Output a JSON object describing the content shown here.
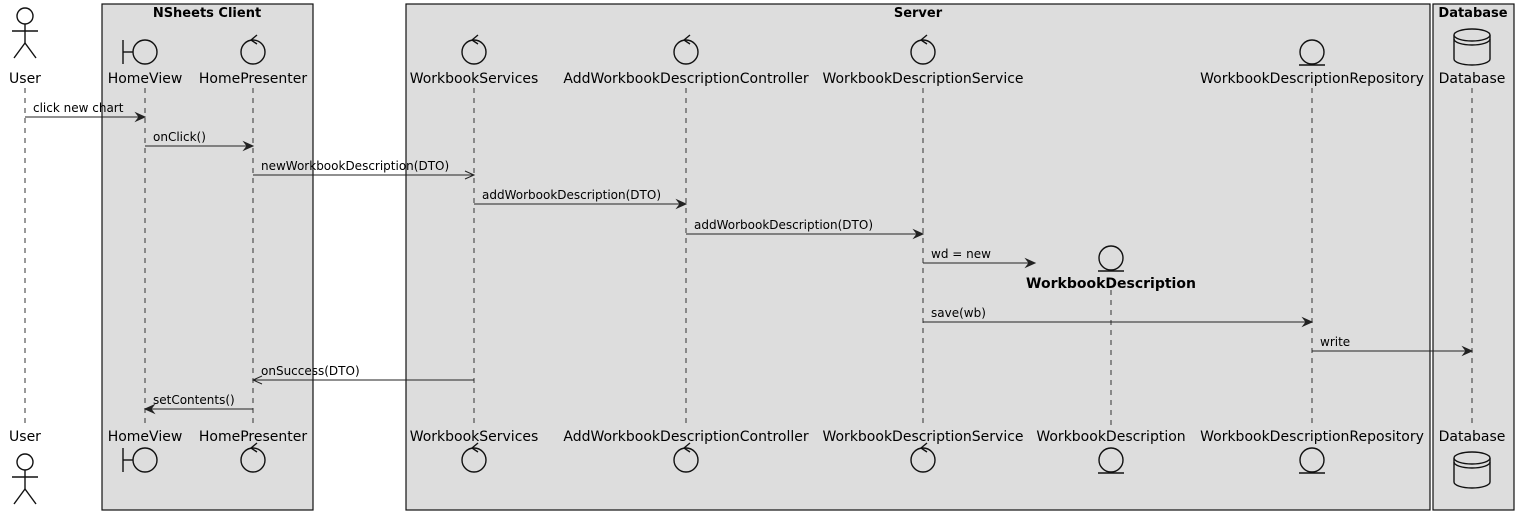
{
  "boxes": {
    "client": {
      "title": "NSheets Client"
    },
    "server": {
      "title": "Server"
    },
    "database": {
      "title": "Database"
    }
  },
  "participants": [
    {
      "id": "user",
      "label": "User",
      "icon": "actor-icon"
    },
    {
      "id": "homeview",
      "label": "HomeView",
      "icon": "boundary-icon"
    },
    {
      "id": "homepresenter",
      "label": "HomePresenter",
      "icon": "control-icon"
    },
    {
      "id": "workbookservices",
      "label": "WorkbookServices",
      "icon": "control-icon"
    },
    {
      "id": "addcontroller",
      "label": "AddWorkbookDescriptionController",
      "icon": "control-icon"
    },
    {
      "id": "wdservice",
      "label": "WorkbookDescriptionService",
      "icon": "control-icon"
    },
    {
      "id": "workbookdescription",
      "label": "WorkbookDescription",
      "icon": "entity-icon"
    },
    {
      "id": "wdrepository",
      "label": "WorkbookDescriptionRepository",
      "icon": "entity-icon"
    },
    {
      "id": "database",
      "label": "Database",
      "icon": "database-icon"
    }
  ],
  "messages": [
    {
      "from": "user",
      "to": "homeview",
      "label": "click new chart",
      "style": "sync"
    },
    {
      "from": "homeview",
      "to": "homepresenter",
      "label": "onClick()",
      "style": "sync"
    },
    {
      "from": "homepresenter",
      "to": "workbookservices",
      "label": "newWorkbookDescription(DTO)",
      "style": "async"
    },
    {
      "from": "workbookservices",
      "to": "addcontroller",
      "label": "addWorbookDescription(DTO)",
      "style": "sync"
    },
    {
      "from": "addcontroller",
      "to": "wdservice",
      "label": "addWorbookDescription(DTO)",
      "style": "sync"
    },
    {
      "from": "wdservice",
      "to": "workbookdescription",
      "label": "wd = new",
      "style": "create"
    },
    {
      "from": "wdservice",
      "to": "wdrepository",
      "label": "save(wb)",
      "style": "sync"
    },
    {
      "from": "wdrepository",
      "to": "database",
      "label": "write",
      "style": "sync"
    },
    {
      "from": "workbookservices",
      "to": "homepresenter",
      "label": "onSuccess(DTO)",
      "style": "async"
    },
    {
      "from": "homepresenter",
      "to": "homeview",
      "label": "setContents()",
      "style": "sync"
    }
  ]
}
